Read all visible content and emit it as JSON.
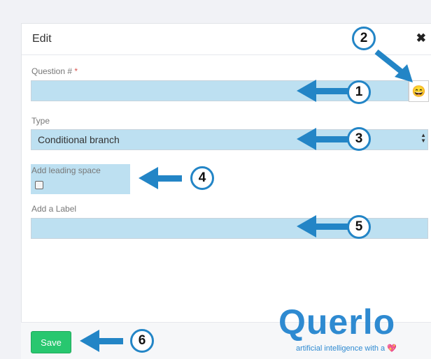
{
  "modal": {
    "title": "Edit",
    "close_glyph": "✖"
  },
  "fields": {
    "question_label": "Question #",
    "required_mark": "*",
    "question_value": "",
    "emoji_glyph": "😄",
    "type_label": "Type",
    "type_value": "Conditional branch",
    "leading_space_label": "Add leading space",
    "leading_space_checked": false,
    "label_label": "Add a Label",
    "label_value": ""
  },
  "footer": {
    "save_label": "Save"
  },
  "annotations": [
    "1",
    "2",
    "3",
    "4",
    "5",
    "6"
  ],
  "brand": {
    "logo": "Querlo",
    "tagline": "artificial intelligence with a",
    "heart_glyph": "💖"
  },
  "colors": {
    "highlight": "#bde0f1",
    "arrow": "#2385c6",
    "save": "#28c76f"
  }
}
